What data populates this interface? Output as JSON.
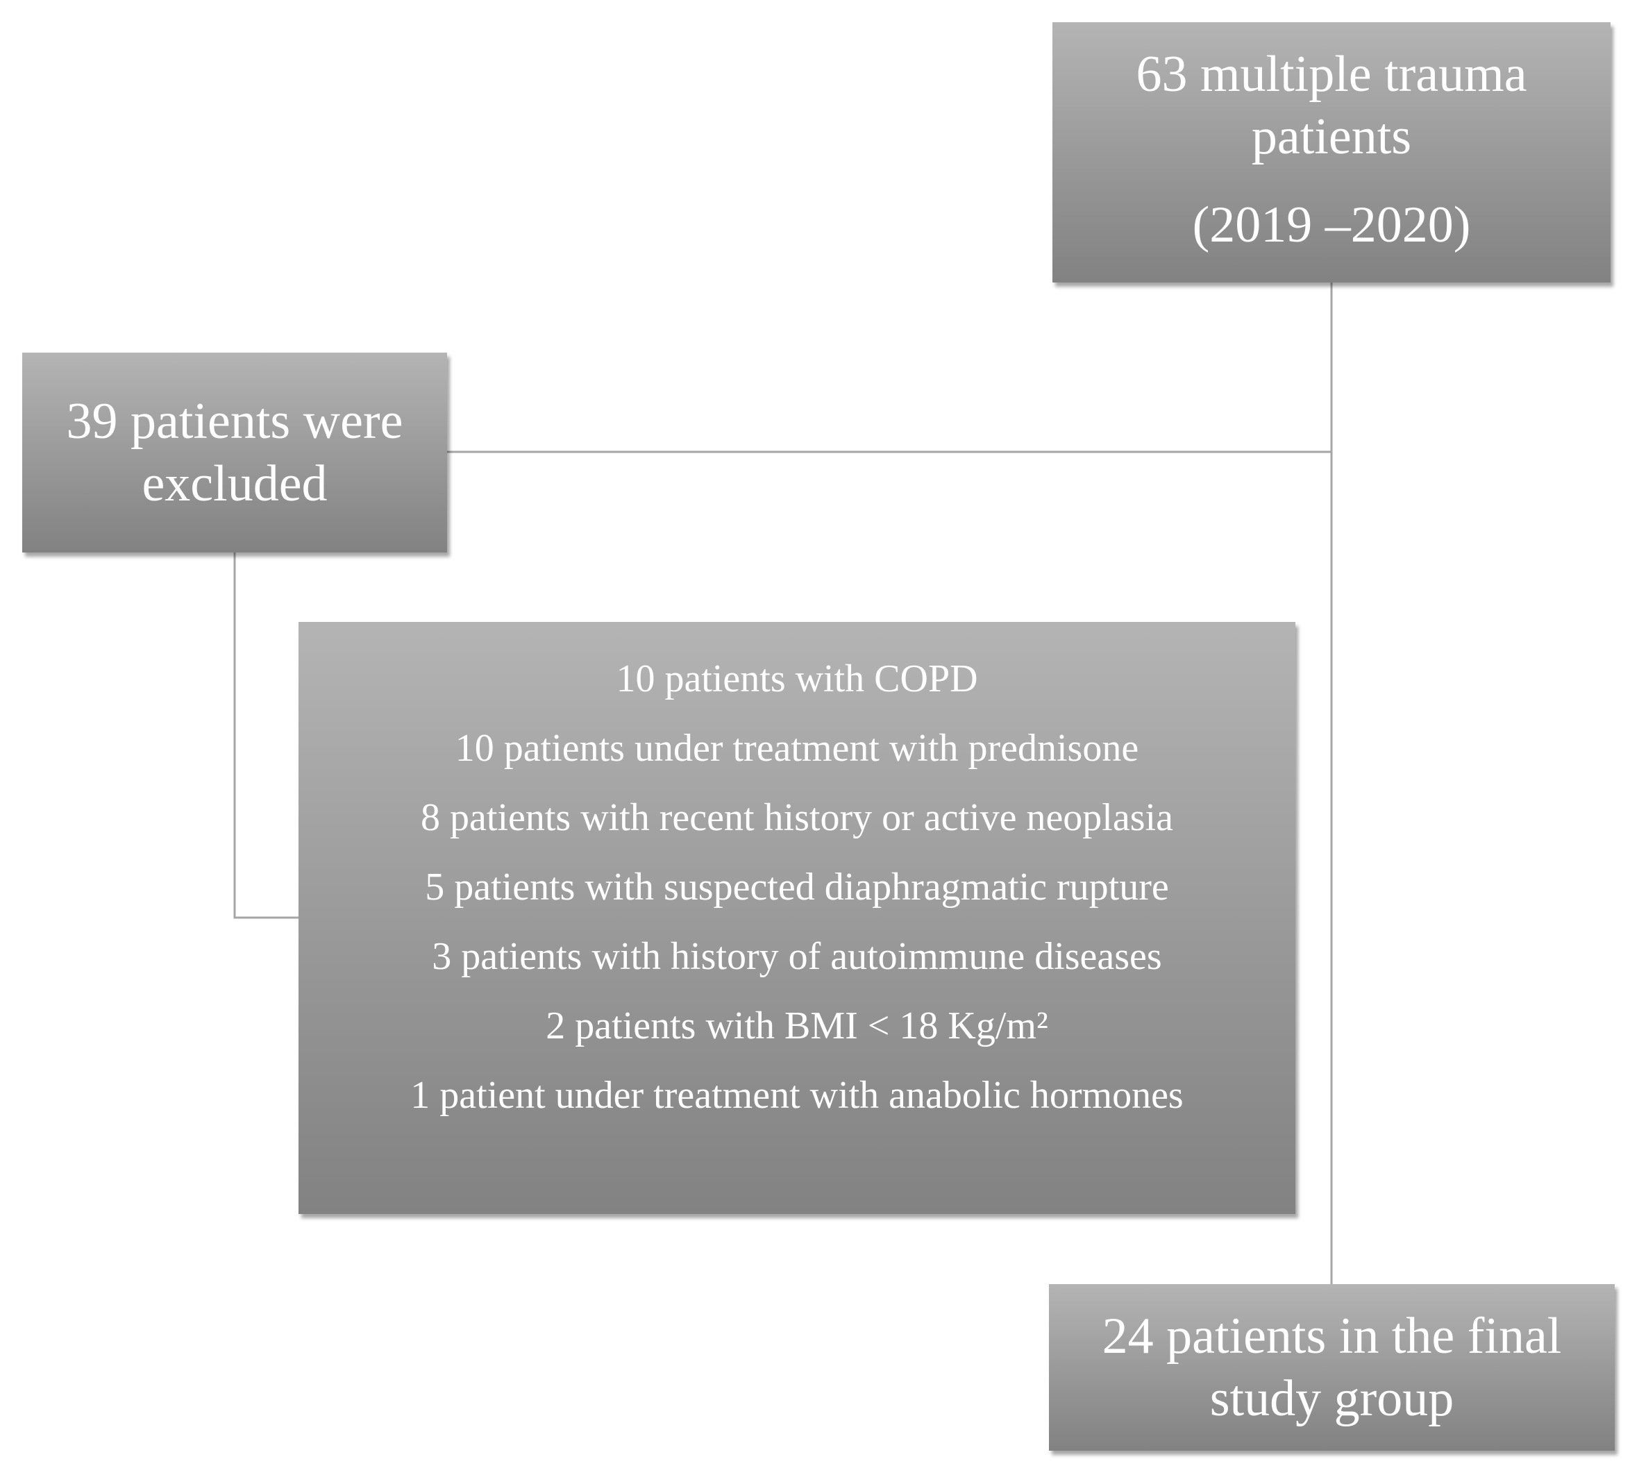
{
  "flowchart": {
    "total_box": {
      "line1": "63 multiple trauma",
      "line2": "patients",
      "line3": "(2019 –2020)"
    },
    "excluded_box": {
      "line1": "39 patients were",
      "line2": "excluded"
    },
    "exclusion_reasons": [
      "10 patients with COPD",
      "10 patients under treatment with prednisone",
      "8 patients with recent history or active neoplasia",
      "5 patients with suspected diaphragmatic rupture",
      "3 patients with history of  autoimmune diseases",
      "2 patients with BMI < 18 Kg/m²",
      "1 patient under treatment with anabolic hormones"
    ],
    "final_box": {
      "line1": "24 patients in the final",
      "line2": "study group"
    }
  },
  "colors": {
    "box_fill_top": "#b4b4b4",
    "box_fill_bottom": "#828282",
    "box_text": "#ffffff",
    "connector": "#a6a6a6"
  }
}
